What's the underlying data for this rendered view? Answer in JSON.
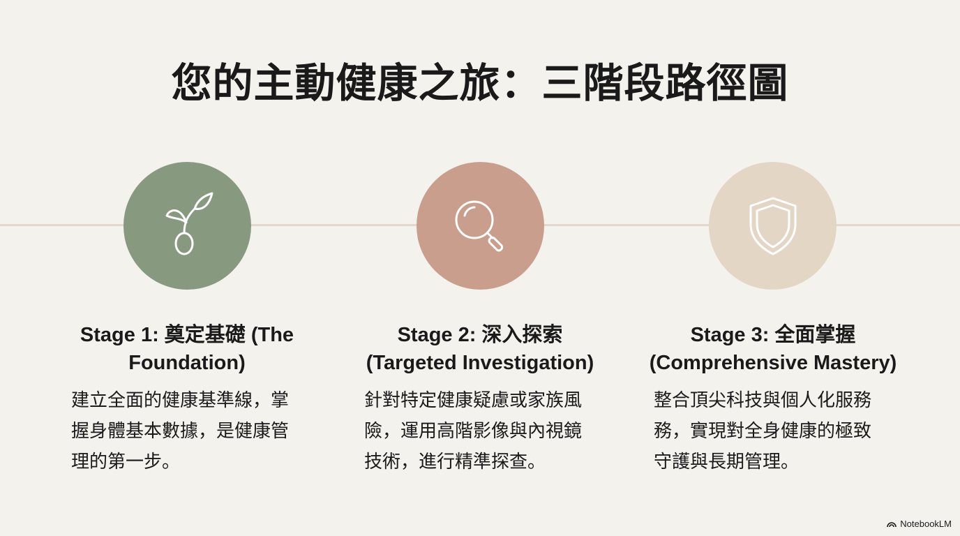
{
  "title": "您的主動健康之旅：三階段路徑圖",
  "stages": [
    {
      "title_line1": "Stage 1: 奠定基礎 (The",
      "title_line2": "Foundation)",
      "desc": [
        "建立全面的健康基準線，掌",
        "握身體基本數據，是健康管",
        "理的第一步。"
      ],
      "icon": "sprout-icon",
      "color": "#879a7f"
    },
    {
      "title_line1": "Stage 2: 深入探索",
      "title_line2": "(Targeted Investigation)",
      "desc": [
        "針對特定健康疑慮或家族風",
        "險，運用高階影像與內視鏡",
        "技術，進行精準探查。"
      ],
      "icon": "magnifier-icon",
      "color": "#c99e8d"
    },
    {
      "title_line1": "Stage 3: 全面掌握",
      "title_line2": "(Comprehensive Mastery)",
      "desc": [
        "整合頂尖科技與個人化服務",
        "務，實現對全身健康的極致",
        "守護與長期管理。"
      ],
      "icon": "shield-icon",
      "color": "#e3d6c4"
    }
  ],
  "brand": "NotebookLM"
}
